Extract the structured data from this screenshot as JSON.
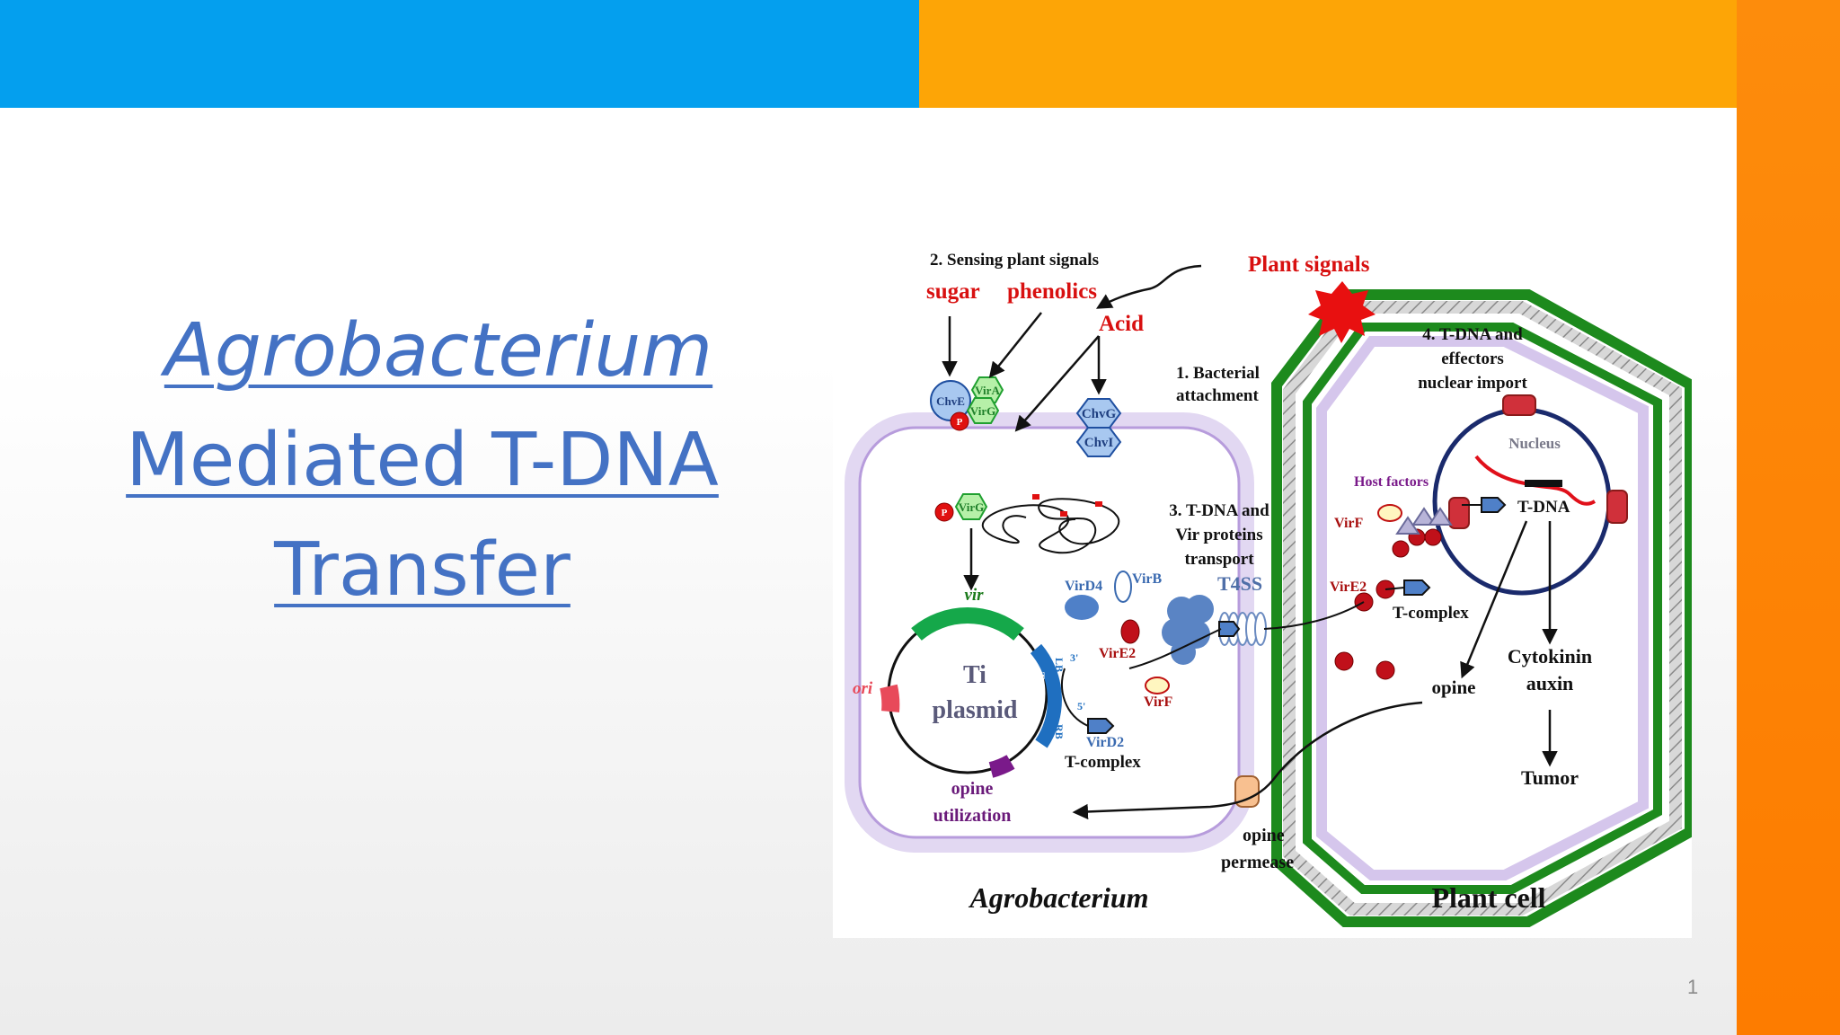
{
  "slide": {
    "title_line1": "Agrobacterium",
    "title_line2": "Mediated T-DNA",
    "title_line3": "Transfer",
    "page_number": "1"
  },
  "colors": {
    "header_blue": "#049fee",
    "header_amber": "#fda506",
    "side_orange": "#fd8c0c",
    "title_blue": "#4472c4"
  },
  "diagram": {
    "sensing": "2. Sensing plant signals",
    "sugar": "sugar",
    "phenolics": "phenolics",
    "acid": "Acid",
    "plant_signals": "Plant signals",
    "attach_1": "1. Bacterial",
    "attach_2": "attachment",
    "import_1": "4. T-DNA and",
    "import_2": "effectors",
    "import_3": "nuclear import",
    "transport_1": "3. T-DNA and",
    "transport_2": "Vir proteins",
    "transport_3": "transport",
    "chve": "ChvE",
    "vira": "VirA",
    "virg_top": "VirG",
    "virg_mid": "VirG",
    "chvg": "ChvG",
    "chvi": "ChvI",
    "p1": "P",
    "p2": "P",
    "vir": "vir",
    "virb": "VirB",
    "vird4": "VirD4",
    "t4ss": "T4SS",
    "vire2_a": "VirE2",
    "vire2_b": "VirE2",
    "virf_a": "VirF",
    "virf_b": "VirF",
    "vird2": "VirD2",
    "tcomplex_a": "T-complex",
    "tcomplex_b": "T-complex",
    "ti": "Ti",
    "plasmid": "plasmid",
    "ori": "ori",
    "lb": "LB",
    "rb": "RB",
    "three_prime": "3'",
    "five_prime": "5'",
    "tdna_label": "T-DNA",
    "opine_util_1": "opine",
    "opine_util_2": "utilization",
    "opine": "opine",
    "opine_perm_1": "opine",
    "opine_perm_2": "permease",
    "nucleus": "Nucleus",
    "host_factors": "Host factors",
    "tdna": "T-DNA",
    "cytokinin": "Cytokinin",
    "auxin": "auxin",
    "tumor": "Tumor",
    "agro": "Agrobacterium",
    "plant_cell": "Plant cell"
  }
}
